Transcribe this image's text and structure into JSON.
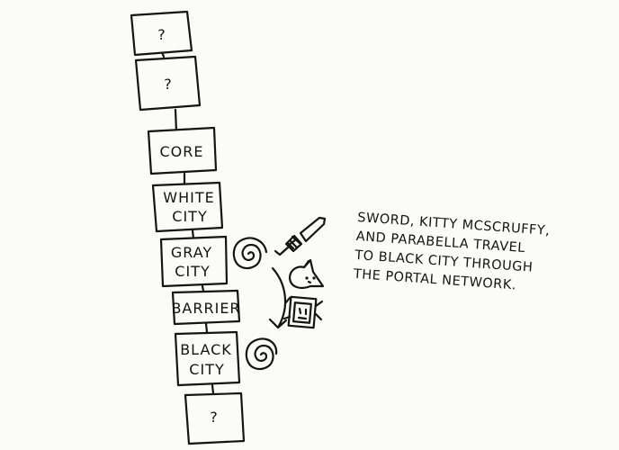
{
  "boxes": [
    {
      "lines": [
        "?"
      ]
    },
    {
      "lines": [
        "?"
      ]
    },
    {
      "lines": [
        "CORE"
      ]
    },
    {
      "lines": [
        "WHITE",
        "CITY"
      ]
    },
    {
      "lines": [
        "GRAY",
        "CITY"
      ]
    },
    {
      "lines": [
        "BARRIER"
      ]
    },
    {
      "lines": [
        "BLACK",
        "CITY"
      ]
    },
    {
      "lines": [
        "?"
      ]
    }
  ],
  "caption": {
    "lines": [
      "SWORD, KITTY MCSCRUFFY,",
      "AND PARABELLA TRAVEL",
      "TO BLACK CITY THROUGH",
      "THE PORTAL NETWORK."
    ]
  },
  "icons": [
    "portal-spiral-icon",
    "curved-arrow-icon",
    "portal-spiral-icon",
    "sword-icon",
    "cat-icon",
    "robot-icon"
  ]
}
